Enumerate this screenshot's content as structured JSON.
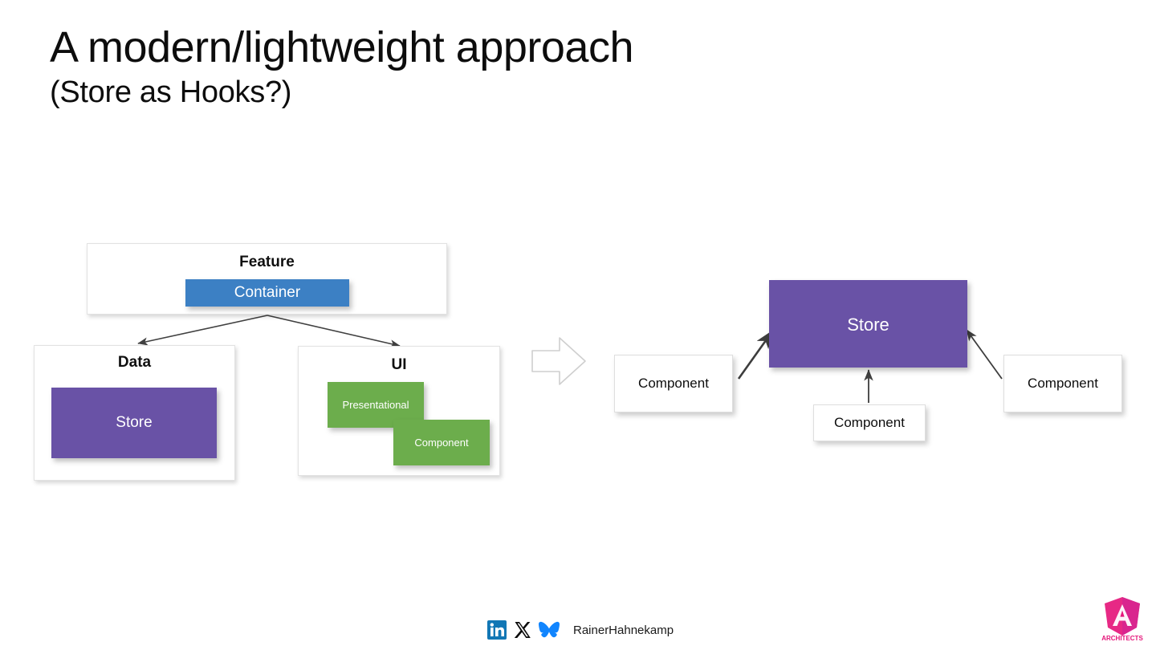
{
  "slide": {
    "title": "A modern/lightweight approach",
    "subtitle": "(Store as Hooks?)"
  },
  "colors": {
    "store_purple": "#6952A6",
    "container_blue": "#3C80C4",
    "component_green": "#6CAD4C",
    "box_border": "#e2e2e2",
    "text": "#0d0d0d",
    "connector": "#404040",
    "logo_pink": "#E5177B",
    "logo_magenta": "#D6248F",
    "linkedin_blue": "#1277B5",
    "bluesky_blue": "#1185FE"
  },
  "left_diagram": {
    "feature": {
      "heading": "Feature",
      "container_label": "Container"
    },
    "data": {
      "heading": "Data",
      "store_label": "Store"
    },
    "ui": {
      "heading": "UI",
      "presentational_label": "Presentational",
      "component_label": "Component"
    }
  },
  "transition": {
    "icon": "right-block-arrow-icon"
  },
  "right_diagram": {
    "store_label": "Store",
    "components": [
      {
        "label": "Component",
        "position": "left"
      },
      {
        "label": "Component",
        "position": "center"
      },
      {
        "label": "Component",
        "position": "right"
      }
    ]
  },
  "footer": {
    "handle": "RainerHahnekamp",
    "icons": [
      {
        "name": "linkedin-icon",
        "label": "in"
      },
      {
        "name": "x-twitter-icon",
        "label": "X"
      },
      {
        "name": "bluesky-icon",
        "label": "butterfly"
      }
    ],
    "logo": {
      "name": "angular-architects-logo",
      "text": "ARCHITECTS"
    }
  }
}
